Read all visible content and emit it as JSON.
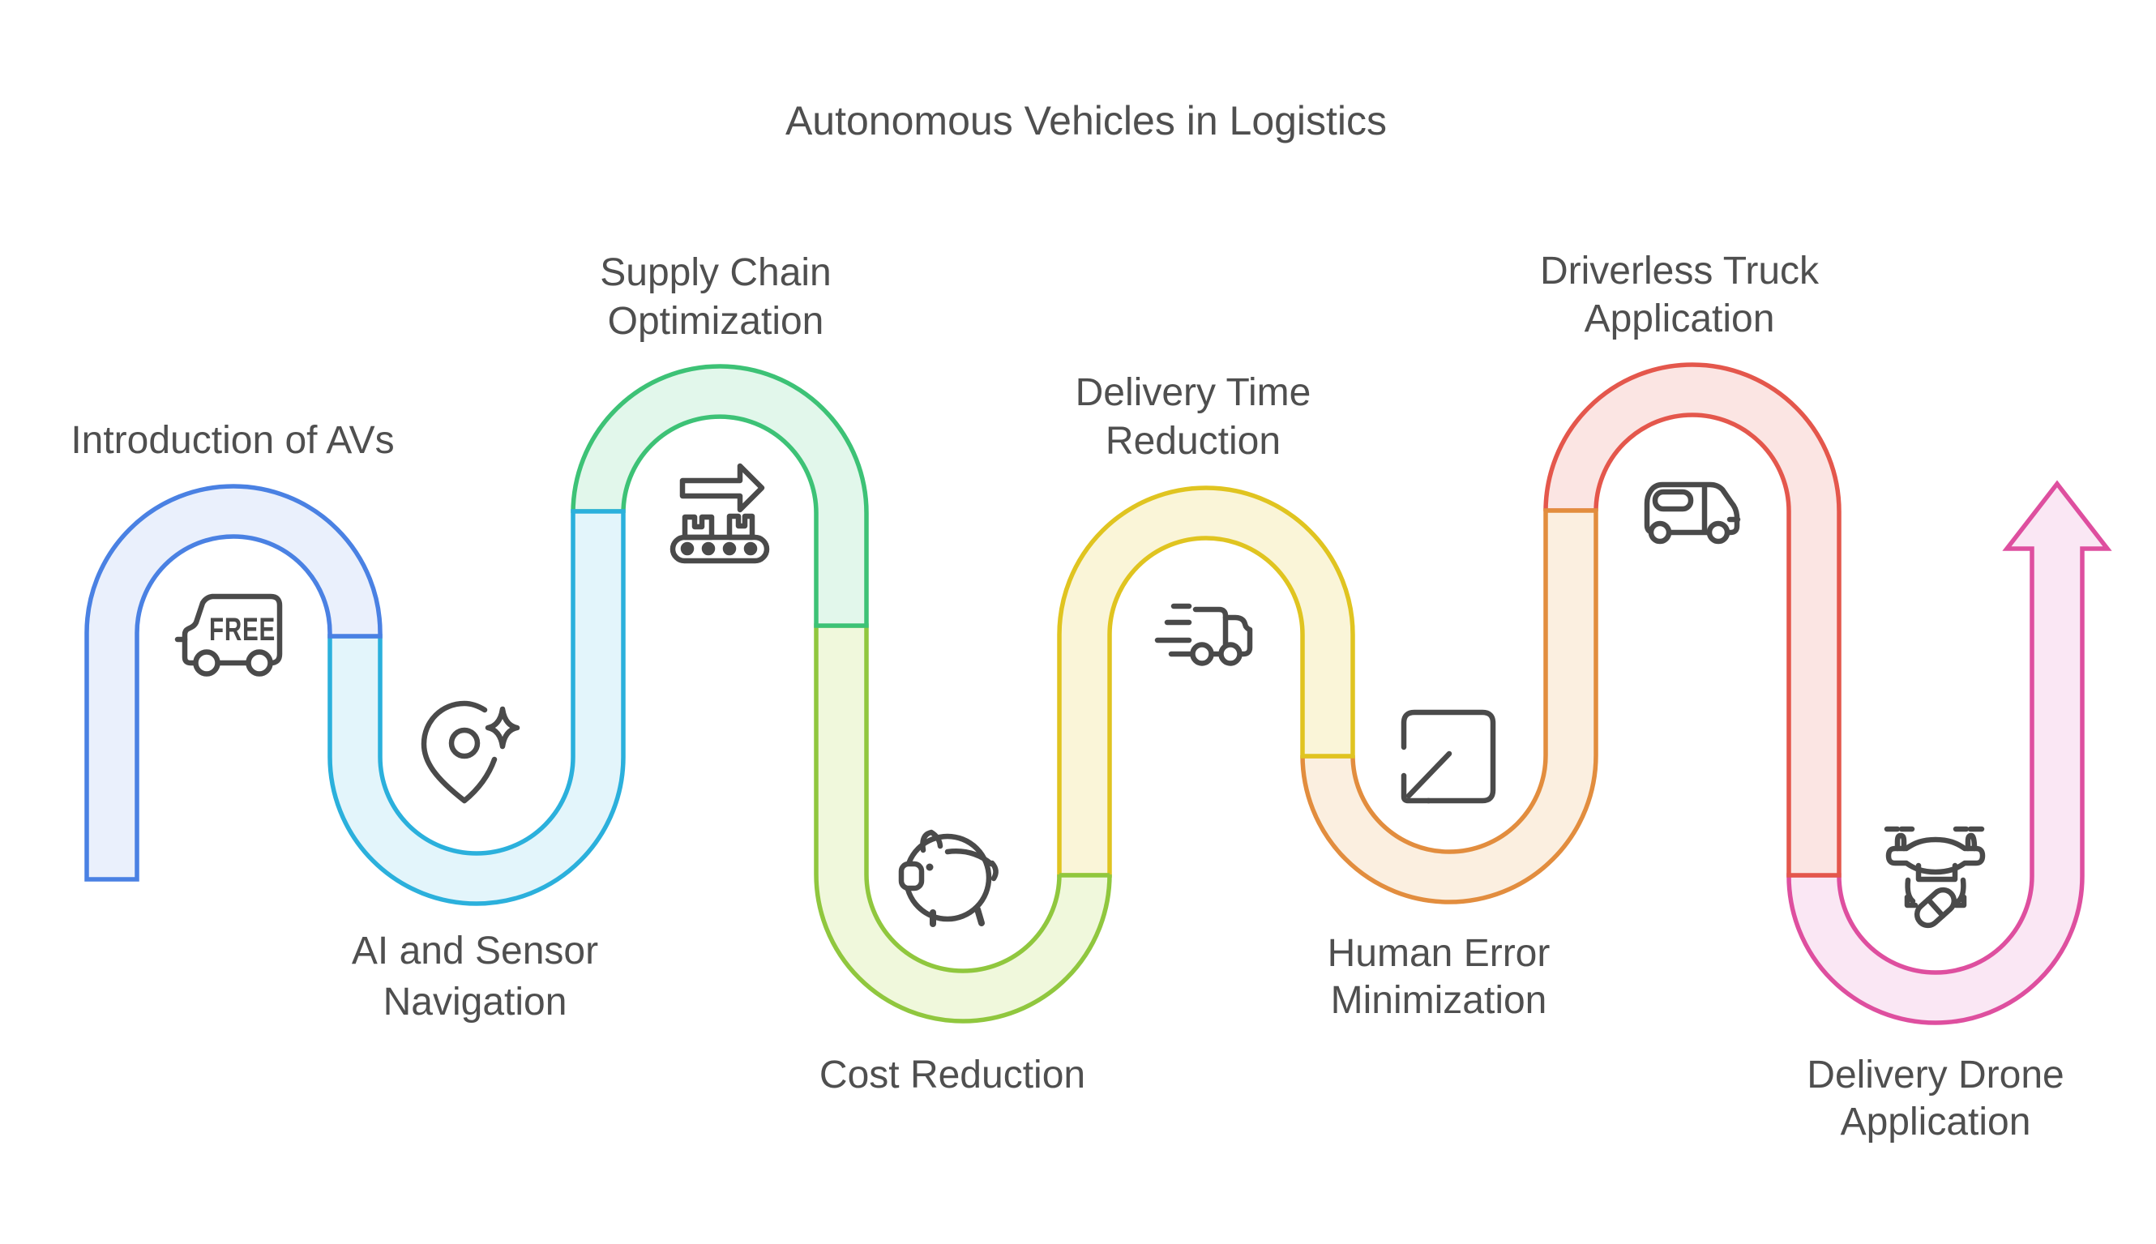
{
  "title": "Autonomous Vehicles in Logistics",
  "background_color": "#FFFFFF",
  "text_color": "#4F4F4F",
  "icon_color": "#4A4A4A",
  "flow": {
    "shape": "serpentine-ribbon",
    "end_marker": "up-arrow",
    "steps": [
      {
        "order": 1,
        "label": "Introduction of AVs",
        "line1": "Introduction of AVs",
        "line2": "",
        "icon": "free-delivery-truck-icon",
        "icon_text": "FREE",
        "stroke": "#4A81E3",
        "fill": "#EAF0FC"
      },
      {
        "order": 2,
        "label": "AI and Sensor Navigation",
        "line1": "AI and Sensor",
        "line2": "Navigation",
        "icon": "location-pin-sparkle-icon",
        "icon_text": "",
        "stroke": "#2BB0DC",
        "fill": "#E3F5FB"
      },
      {
        "order": 3,
        "label": "Supply Chain Optimization",
        "line1": "Supply Chain",
        "line2": "Optimization",
        "icon": "conveyor-belt-icon",
        "icon_text": "",
        "stroke": "#3DC276",
        "fill": "#E2F7EB"
      },
      {
        "order": 4,
        "label": "Cost Reduction",
        "line1": "Cost Reduction",
        "line2": "",
        "icon": "piggy-bank-icon",
        "icon_text": "",
        "stroke": "#90C73E",
        "fill": "#F0F8DC"
      },
      {
        "order": 5,
        "label": "Delivery Time Reduction",
        "line1": "Delivery Time",
        "line2": "Reduction",
        "icon": "fast-delivery-truck-icon",
        "icon_text": "",
        "stroke": "#E0C420",
        "fill": "#FAF5D8"
      },
      {
        "order": 6,
        "label": "Human Error Minimization",
        "line1": "Human Error",
        "line2": "Minimization",
        "icon": "minimize-arrow-icon",
        "icon_text": "",
        "stroke": "#E28D3E",
        "fill": "#FBEFE0"
      },
      {
        "order": 7,
        "label": "Driverless Truck Application",
        "line1": "Driverless Truck",
        "line2": "Application",
        "icon": "delivery-van-icon",
        "icon_text": "",
        "stroke": "#E4574C",
        "fill": "#FBE5E3"
      },
      {
        "order": 8,
        "label": "Delivery Drone Application",
        "line1": "Delivery Drone",
        "line2": "Application",
        "icon": "delivery-drone-icon",
        "icon_text": "",
        "stroke": "#DE4F9F",
        "fill": "#FAE7F4"
      }
    ]
  }
}
